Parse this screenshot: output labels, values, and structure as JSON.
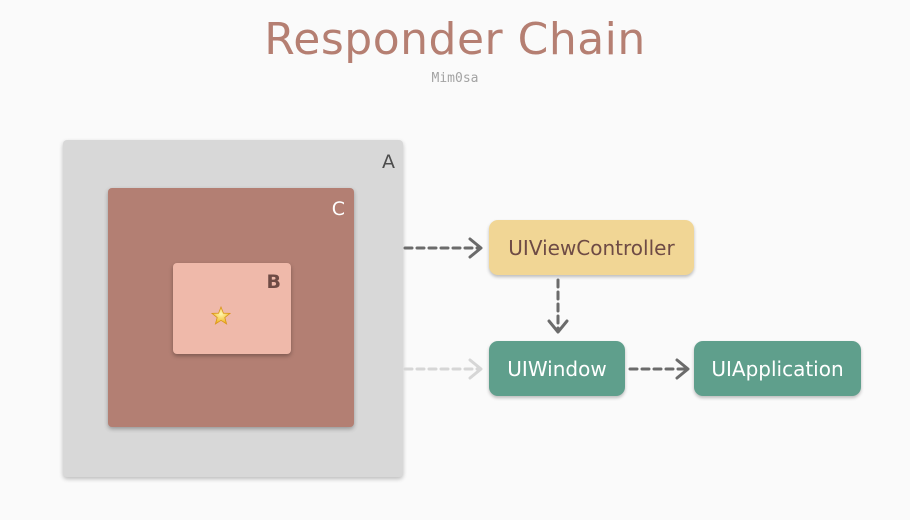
{
  "title": "Responder Chain",
  "subtitle": "Mim0sa",
  "views": {
    "a": {
      "label": "A"
    },
    "c": {
      "label": "C"
    },
    "b": {
      "label": "B",
      "marker_icon": "star-icon"
    }
  },
  "nodes": {
    "view_controller": "UIViewController",
    "window": "UIWindow",
    "application": "UIApplication"
  },
  "colors": {
    "title": "#b57f72",
    "view_a": "#d8d8d8",
    "view_c": "#b37f73",
    "view_b": "#efb9aa",
    "view_controller": "#f1d695",
    "window_application": "#5f9f8c",
    "arrow": "#6b6b6b",
    "faded_arrow": "#d0d0d0"
  }
}
